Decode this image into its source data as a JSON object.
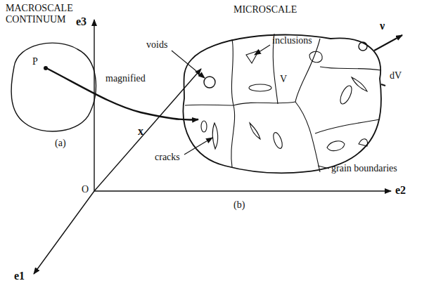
{
  "diagram": {
    "labels": [
      "MACROSCALE CONTINUUM",
      "MICROSCALE",
      "P",
      "magnified",
      "(a)",
      "e3",
      "voids",
      "inclusions",
      "ν",
      "dV",
      "V",
      "x",
      "cracks",
      "grain boundaries",
      "e2",
      "O",
      "(b)",
      "e1"
    ]
  }
}
